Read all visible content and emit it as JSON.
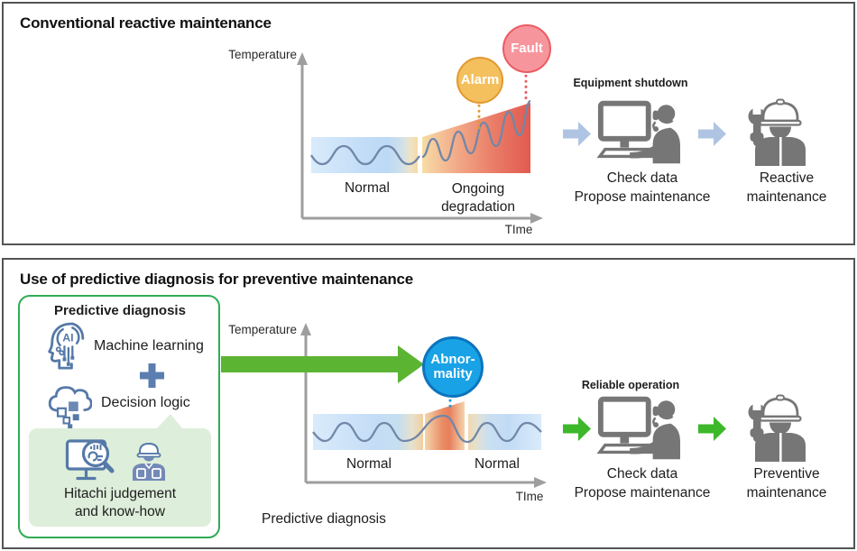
{
  "colors": {
    "panel_border": "#545454",
    "axis_gray": "#9E9E9E",
    "wave_blue": "#7187A8",
    "band_blue": "#BBD9F5",
    "band_orange": "#F6DCA8",
    "band_red": "#E15A51",
    "alarm_fill": "#F4C05E",
    "alarm_border": "#E2992F",
    "fault_fill": "#F7959C",
    "fault_border": "#EA5C63",
    "abnormality_fill": "#19A2E6",
    "abnormality_border": "#0C74BD",
    "flow_arrow_blue": "#AFC4E2",
    "flow_arrow_green": "#3CB82A",
    "big_arrow_green": "#5CB433",
    "box_border_green": "#2FAC54",
    "subbox_green": "#DDEEDA",
    "icon_slate": "#5579A8",
    "icon_gray": "#767676"
  },
  "panel1": {
    "title": "Conventional reactive maintenance",
    "chart": {
      "y_axis_label": "Temperature",
      "x_axis_label": "TIme",
      "phase_normal": "Normal",
      "phase_degradation": "Ongoing\ndegradation",
      "alarm_bubble": "Alarm",
      "fault_bubble": "Fault"
    },
    "flow": {
      "caption": "Equipment shutdown",
      "step_check": "Check data\nPropose maintenance",
      "step_final": "Reactive\nmaintenance"
    }
  },
  "panel2": {
    "title": "Use of predictive diagnosis for preventive maintenance",
    "diagnosis_box": {
      "title": "Predictive diagnosis",
      "ai_icon_label": "AI",
      "item_machine_learning": "Machine learning",
      "item_decision_logic": "Decision logic",
      "know_how": "Hitachi judgement\nand know-how"
    },
    "chart": {
      "y_axis_label": "Temperature",
      "x_axis_label": "TIme",
      "phase_normal_left": "Normal",
      "phase_normal_right": "Normal",
      "abnormality_bubble": "Abnor-\nmality",
      "caption": "Predictive diagnosis"
    },
    "flow": {
      "caption": "Reliable operation",
      "step_check": "Check data\nPropose maintenance",
      "step_final": "Preventive\nmaintenance"
    }
  }
}
